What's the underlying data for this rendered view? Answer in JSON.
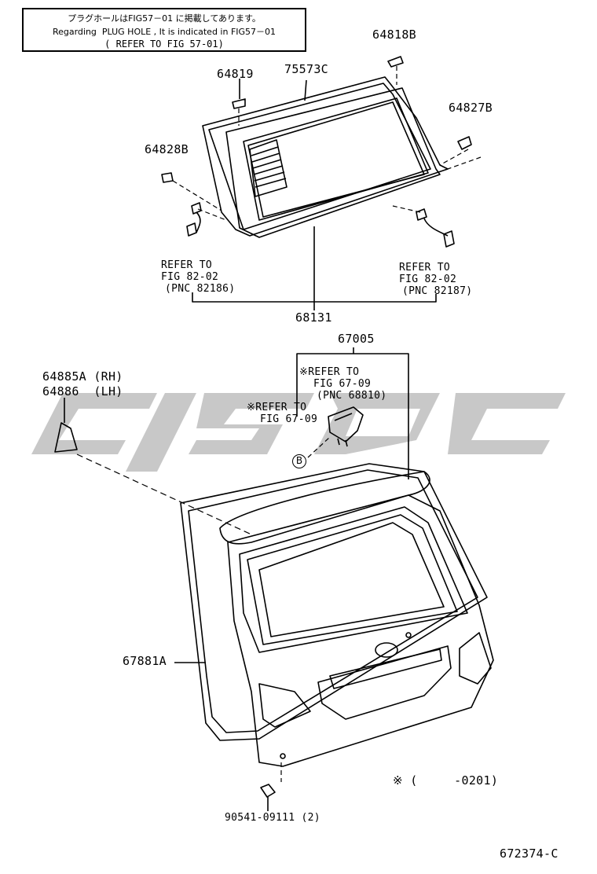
{
  "note": {
    "line1": "プラグホールはFIG57－01 に掲載してあります。",
    "line2": "Regarding  PLUG HOLE , It is indicated in FIG57－01",
    "line3": "( REFER TO FIG 57-01)"
  },
  "parts": {
    "p64818B": "64818B",
    "p64819": "64819",
    "p75573C": "75573C",
    "p64827B": "64827B",
    "p64828B": "64828B",
    "p68131": "68131",
    "p67005": "67005",
    "p64885A": "64885A (RH)",
    "p64886": "64886  (LH)",
    "p67881A": "67881A",
    "p90541": "90541-09111 (2)"
  },
  "refs": {
    "left_1": "REFER TO",
    "left_2": "FIG 82-02",
    "left_3": "(PNC 82186)",
    "right_1": "REFER TO",
    "right_2": "FIG 82-02",
    "right_3": "(PNC 82187)",
    "latch_1": "※REFER TO",
    "latch_2": "FIG 67-09",
    "latch_3": "(PNC 68810)",
    "b_1": "※REFER TO",
    "b_2": "FIG 67-09"
  },
  "marker_b": "B",
  "footnote": "※ (     -0201)",
  "figure_code": "672374-C",
  "colors": {
    "watermark": "#c8c8c8",
    "line": "#000000"
  },
  "icons": {
    "watermark": "brand-watermark-logo",
    "marker": "circled-b-marker"
  }
}
